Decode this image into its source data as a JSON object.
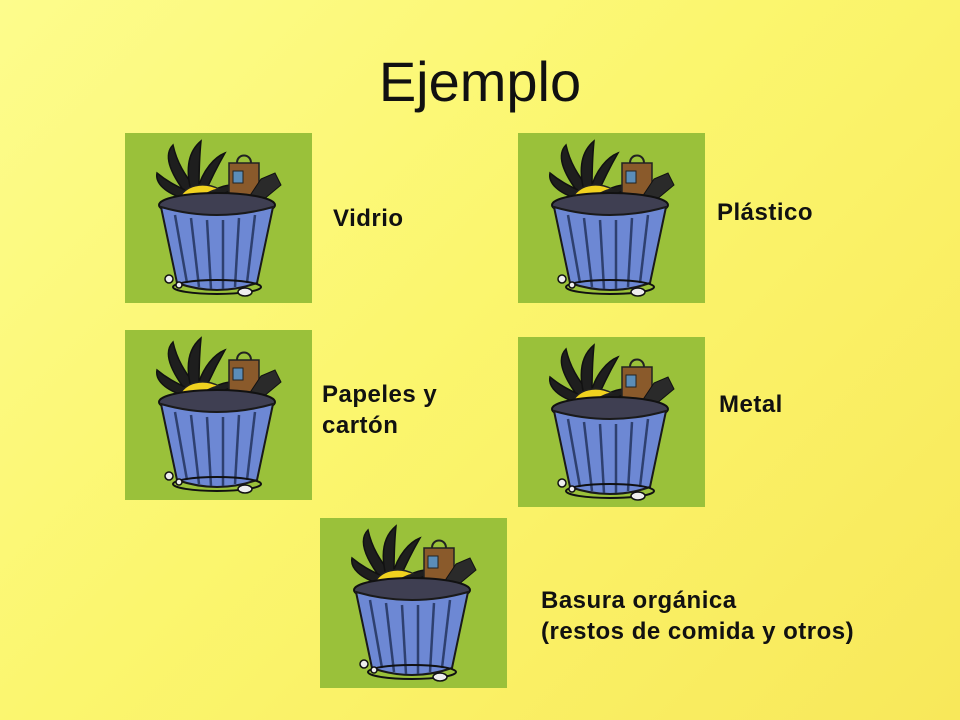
{
  "slide": {
    "title": "Ejemplo",
    "background_color": "#fbf66e",
    "card_color": "#9ac13a",
    "bin_color": "#6d88d4",
    "items": [
      {
        "id": "vidrio",
        "icon": "trash-bin-icon",
        "lines": [
          "Vidrio"
        ]
      },
      {
        "id": "plastico",
        "icon": "trash-bin-icon",
        "lines": [
          "Plástico"
        ]
      },
      {
        "id": "papeles",
        "icon": "trash-bin-icon",
        "lines": [
          "Papeles y",
          "cartón"
        ]
      },
      {
        "id": "metal",
        "icon": "trash-bin-icon",
        "lines": [
          "Metal"
        ]
      },
      {
        "id": "organica",
        "icon": "trash-bin-icon",
        "lines": [
          "Basura orgánica",
          "(restos de comida y otros)"
        ]
      }
    ]
  }
}
